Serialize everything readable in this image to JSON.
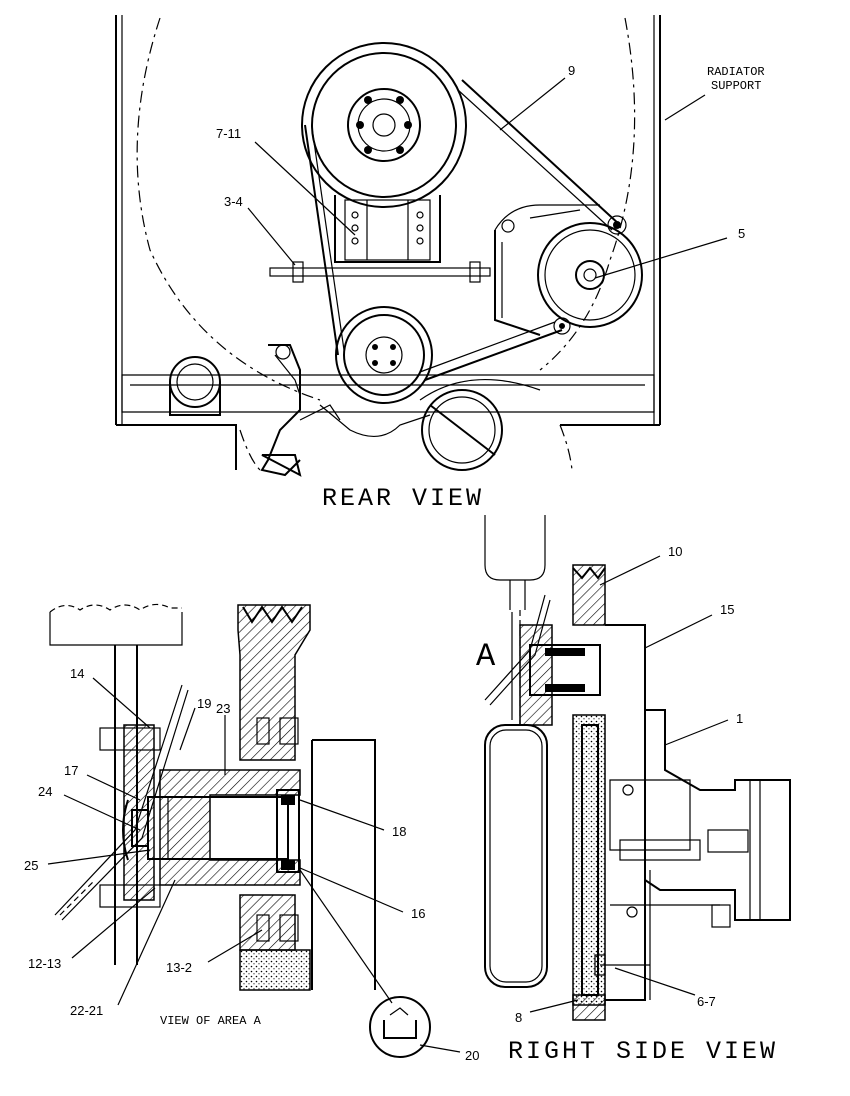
{
  "views": {
    "rear_title": "REAR VIEW",
    "right_side_title": "RIGHT SIDE VIEW",
    "detail_title": "VIEW OF AREA A",
    "area_marker": "A"
  },
  "annotations": {
    "radiator_support_line1": "RADIATOR",
    "radiator_support_line2": "SUPPORT"
  },
  "callouts": {
    "c9": "9",
    "c7_11": "7-11",
    "c3_4": "3-4",
    "c5": "5",
    "c10": "10",
    "c15": "15",
    "c1": "1",
    "c14": "14",
    "c19": "19",
    "c23": "23",
    "c17": "17",
    "c24": "24",
    "c25": "25",
    "c18": "18",
    "c16": "16",
    "c12_13": "12-13",
    "c13_2": "13-2",
    "c22_21": "22-21",
    "c20": "20",
    "c6_7": "6-7",
    "c8": "8"
  }
}
